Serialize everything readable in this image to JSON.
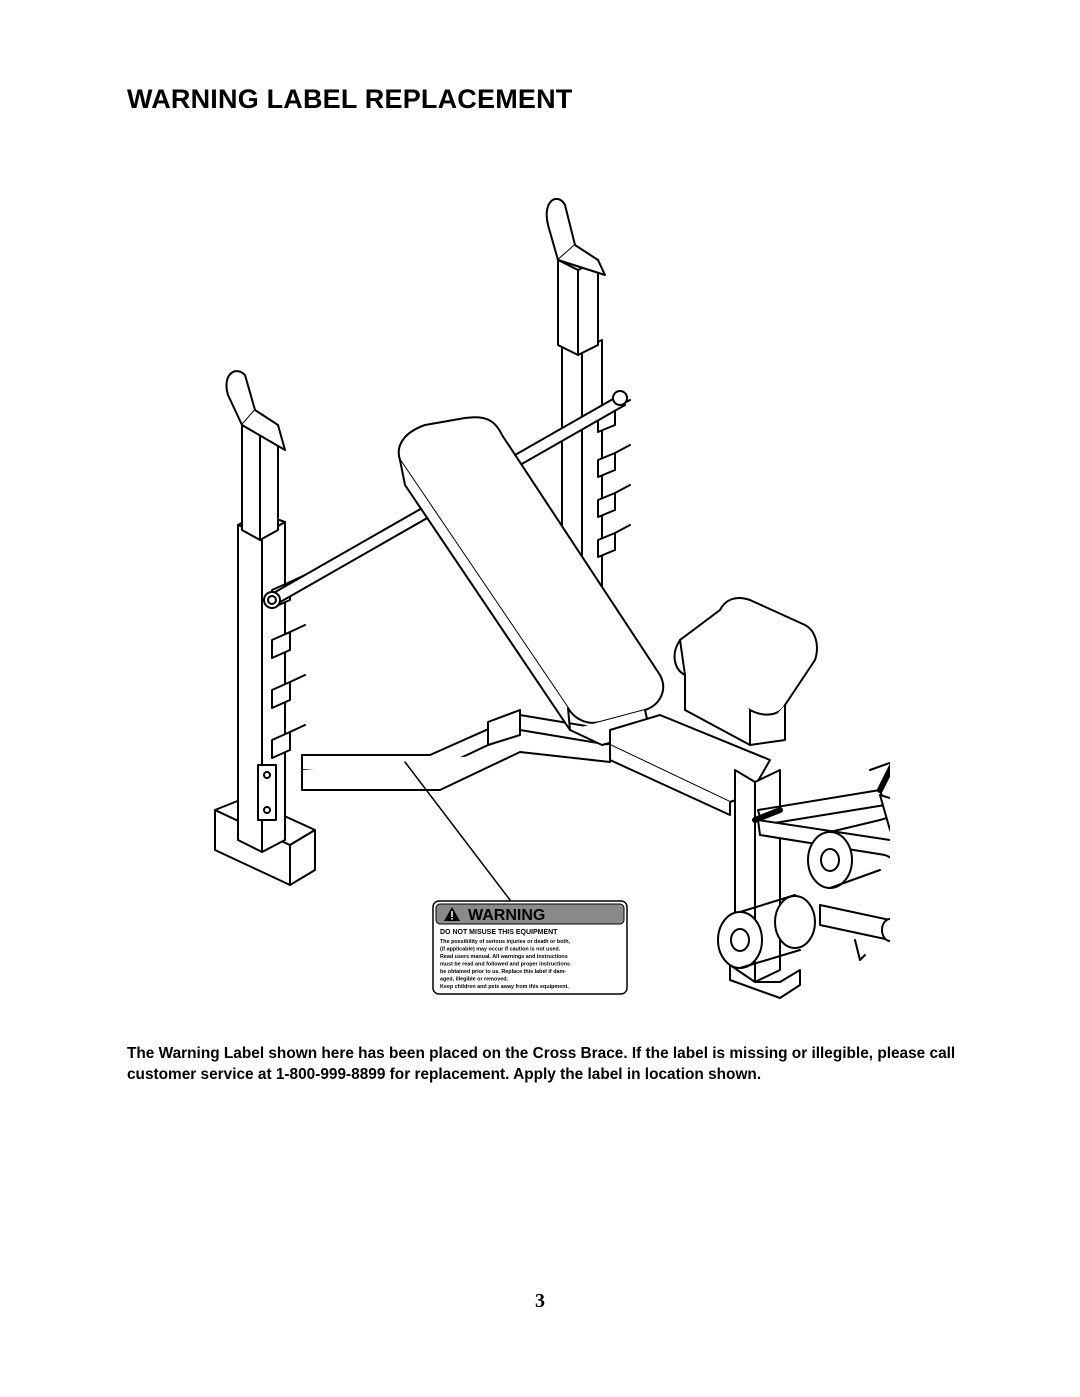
{
  "page": {
    "title": "WARNING LABEL REPLACEMENT",
    "body": "The Warning Label shown here has been placed on the Cross Brace. If the label is missing or illegible, please call customer service at 1-800-999-8899 for replacement. Apply the label in location shown.",
    "page_number": "3"
  },
  "warning_label": {
    "heading": "WARNING",
    "subheading": "DO NOT MISUSE THIS EQUIPMENT",
    "lines": [
      "The possibility of serious injuries or death or both,",
      "(if applicable) may occur if caution is not used.",
      "Read users manual. All warnings and instructions",
      "must be read and followed and proper instructions",
      "be obtained prior to us. Replace this label if dam-",
      "aged, illegible or removed.",
      "Keep children and pets away from this equipment."
    ]
  },
  "illustration": {
    "subject": "weight-bench-icon"
  }
}
